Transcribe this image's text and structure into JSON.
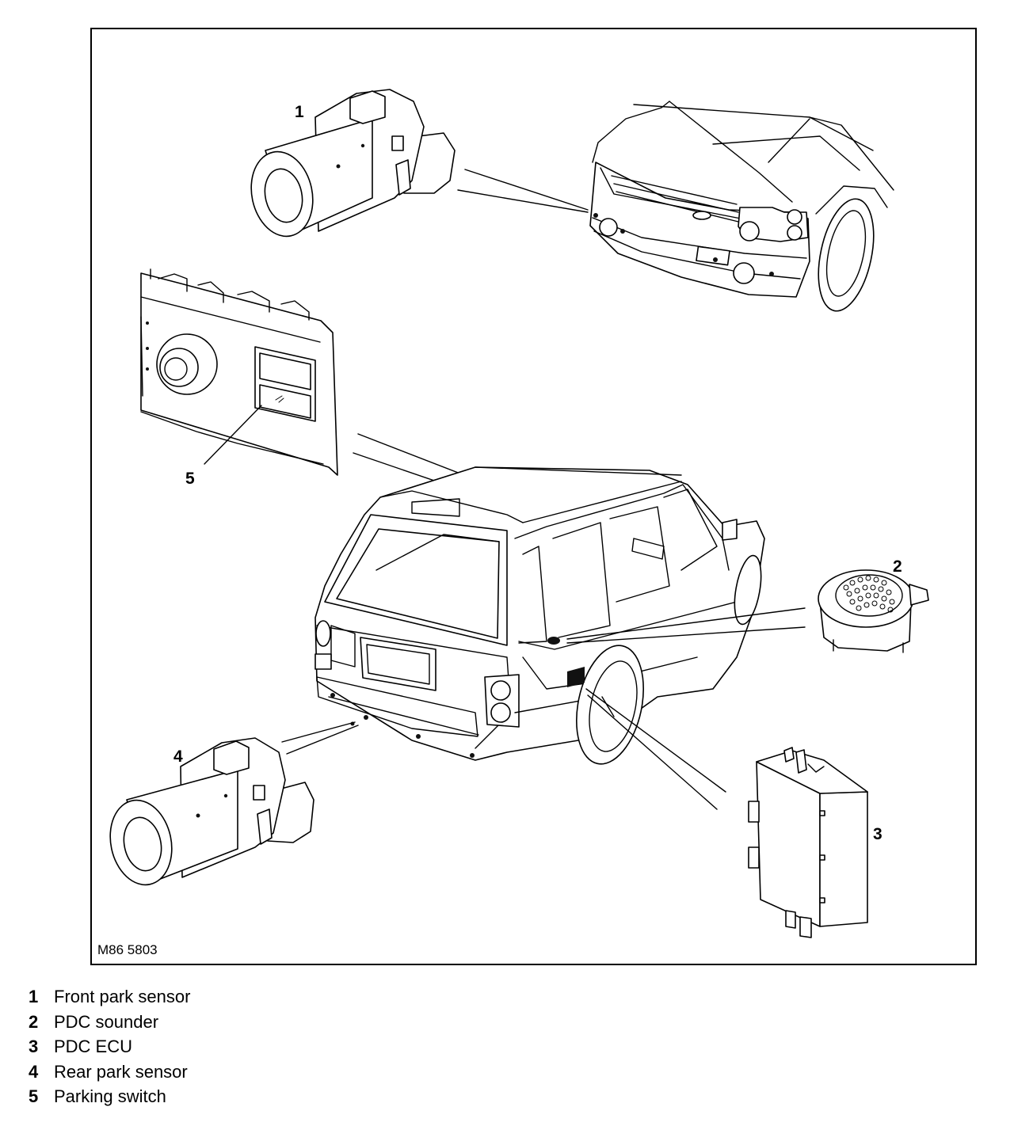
{
  "figure": {
    "id": "M86 5803",
    "callouts": [
      "1",
      "2",
      "3",
      "4",
      "5"
    ]
  },
  "legend": [
    {
      "num": "1",
      "label": "Front park sensor"
    },
    {
      "num": "2",
      "label": "PDC sounder"
    },
    {
      "num": "3",
      "label": "PDC ECU"
    },
    {
      "num": "4",
      "label": "Rear park sensor"
    },
    {
      "num": "5",
      "label": "Parking switch"
    }
  ],
  "colors": {
    "ink": "#000000",
    "paper": "#ffffff"
  }
}
